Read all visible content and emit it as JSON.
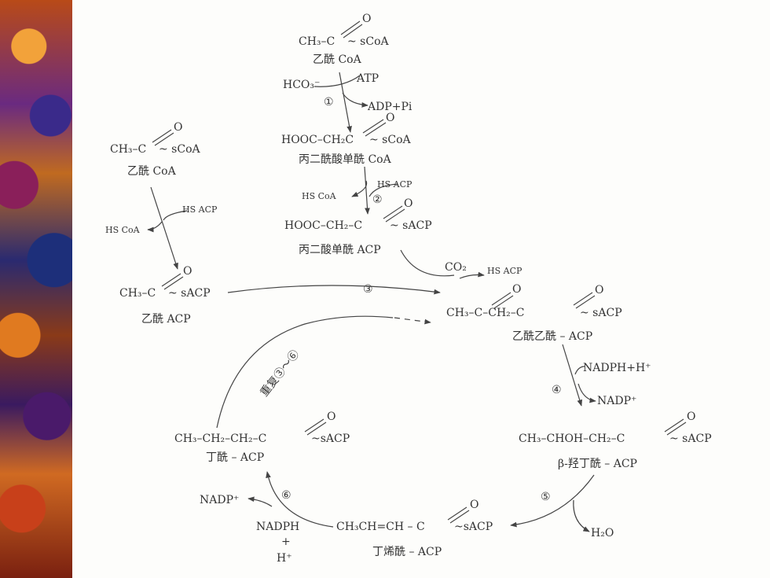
{
  "acetyl_coa_top": {
    "formula_pre": "CH₃–C",
    "formula_post": "~ sCoA",
    "o": "O",
    "name": "乙酰 CoA"
  },
  "step1": {
    "reagent_in": "HCO₃⁻",
    "atp": "ATP",
    "products": "ADP+Pi",
    "number": "①"
  },
  "malonyl_coa": {
    "formula_pre": "HOOC–CH₂C",
    "formula_post": "~ sCoA",
    "o": "O",
    "name": "丙二酰酸单酰 CoA"
  },
  "step2": {
    "released": "HS CoA",
    "added": "HS ACP",
    "number": "②"
  },
  "malonyl_acp": {
    "formula_pre": "HOOC–CH₂–C",
    "formula_post": "~ sACP",
    "o": "O",
    "name": "丙二酸单酰 ACP"
  },
  "acetyl_coa_left": {
    "formula_pre": "CH₃–C",
    "formula_post": "~ sCoA",
    "o": "O",
    "name": "乙酰 CoA"
  },
  "left_transfer": {
    "added": "HS ACP",
    "released": "HS CoA"
  },
  "acetyl_acp": {
    "formula_pre": "CH₃–C",
    "formula_post": "~ sACP",
    "o": "O",
    "name": "乙酰 ACP"
  },
  "step3": {
    "co2": "CO₂",
    "released": "HS ACP",
    "number": "③"
  },
  "acetoacetyl_acp": {
    "formula_pre": "CH₃–C–CH₂–C",
    "formula_post": "~ sACP",
    "o": "O",
    "name": "乙酰乙酰 – ACP"
  },
  "step4": {
    "nadph": "NADPH+H⁺",
    "nadp": "NADP⁺",
    "number": "④"
  },
  "hydroxybutyryl_acp": {
    "formula_pre": "CH₃–CHOH–CH₂–C",
    "formula_post": "~ sACP",
    "o": "O",
    "name": "β-羟丁酰 – ACP"
  },
  "step5": {
    "h2o": "H₂O",
    "number": "⑤"
  },
  "crotonyl_acp": {
    "formula_pre": "CH₃CH=CH – C",
    "formula_post": "~sACP",
    "o": "O",
    "name": "丁烯酰 – ACP"
  },
  "step6": {
    "nadph": "NADPH",
    "plus": "+",
    "h": "H⁺",
    "nadp": "NADP⁺",
    "number": "⑥"
  },
  "butyryl_acp": {
    "formula_pre": "CH₃–CH₂–CH₂–C",
    "formula_post": "~sACP",
    "o": "O",
    "name": "丁酰 – ACP"
  },
  "repeat_label": "重复③～⑥"
}
